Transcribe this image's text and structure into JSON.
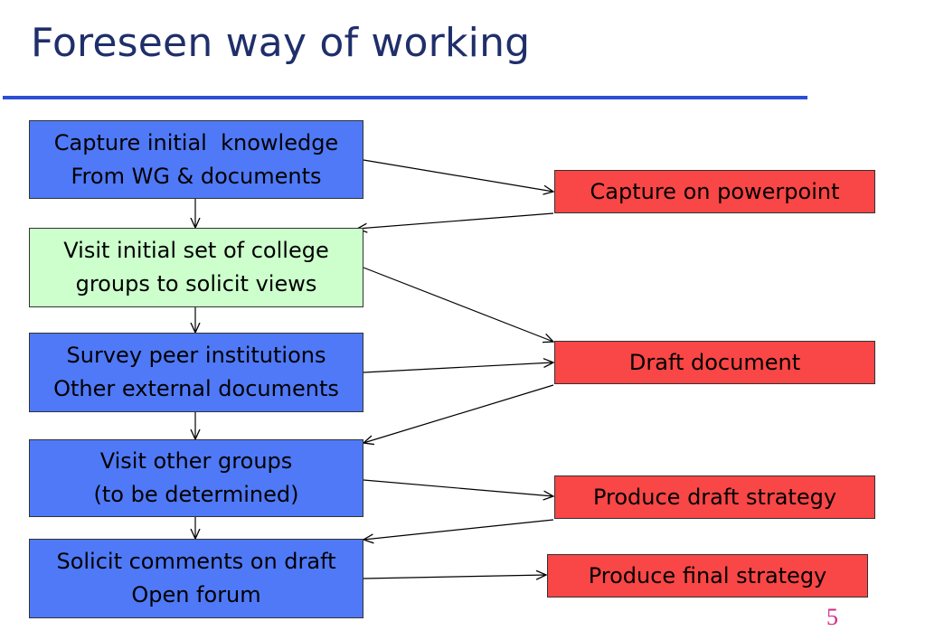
{
  "slide": {
    "title": "Foreseen way of working",
    "page_number": "5",
    "colors": {
      "title": "#1f2f6b",
      "rule": "#2a4fd6",
      "step_fill": "#4f79f6",
      "highlight_step_fill": "#ccffcc",
      "output_fill": "#f94646",
      "page_number": "#d42a8a"
    }
  },
  "steps": [
    {
      "id": "capture",
      "lines": [
        "Capture initial  knowledge",
        "From WG & documents"
      ]
    },
    {
      "id": "visit-initial",
      "lines": [
        "Visit initial set of college",
        "groups to solicit views"
      ]
    },
    {
      "id": "survey",
      "lines": [
        "Survey peer institutions",
        "Other external documents"
      ]
    },
    {
      "id": "visit-other",
      "lines": [
        "Visit other groups",
        "(to be determined)"
      ]
    },
    {
      "id": "solicit",
      "lines": [
        "Solicit comments on draft",
        "Open forum"
      ]
    }
  ],
  "outputs": [
    {
      "id": "powerpoint",
      "label": "Capture on powerpoint"
    },
    {
      "id": "draft-doc",
      "label": "Draft document"
    },
    {
      "id": "draft-strategy",
      "label": "Produce draft strategy"
    },
    {
      "id": "final-strategy",
      "label": "Produce final strategy"
    }
  ]
}
